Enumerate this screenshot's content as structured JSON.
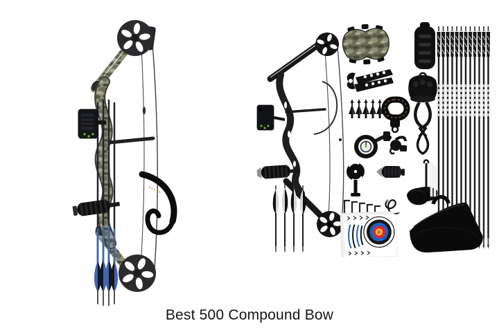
{
  "caption": {
    "text": "Best 500 Compound Bow"
  },
  "colors": {
    "ink": "#141414",
    "steel_gray": "#4a4a4a",
    "silver": "#909094",
    "camo_base": "#8d8f76",
    "camo_dark": "#565b44",
    "camo_brown": "#6f6a55",
    "camo_light": "#a7ab8f",
    "camo_deep": "#474c38",
    "arrow_blue": "#3f66b0",
    "fiber_green": "#6cc31e",
    "gold_stitch": "#b08a20",
    "target_blue": "#1d62c8",
    "target_red": "#df2a2a",
    "target_yellow": "#ffd43a",
    "case_black": "#0a0a0a",
    "sheet_white": "#ffffff"
  },
  "products": {
    "left_bow": {
      "name": "camo-compound-bow",
      "parts": [
        "top-cam",
        "top-limb",
        "riser",
        "bow-sight",
        "cable-guard",
        "quiver-arrows",
        "stabilizer",
        "wrist-sling",
        "bottom-limb",
        "bottom-cam",
        "bowstring-cables"
      ]
    },
    "right_kit": {
      "name": "black-compound-bow-kit",
      "parts": [
        "compound-bow",
        "bow-sight",
        "stabilizer",
        "arm-guard",
        "bow-multi-tool",
        "broadheads",
        "arrow-puller",
        "carbon-arrows-12",
        "quiver",
        "wrist-release",
        "scope-sight",
        "arrow-rest",
        "string-damper",
        "short-stabilizer",
        "bow-stand",
        "peep-tubes",
        "allen-wrenches",
        "d-loop-rope",
        "accessory-pouch",
        "paper-targets",
        "bow-case",
        "practice-arrows-4"
      ]
    }
  }
}
